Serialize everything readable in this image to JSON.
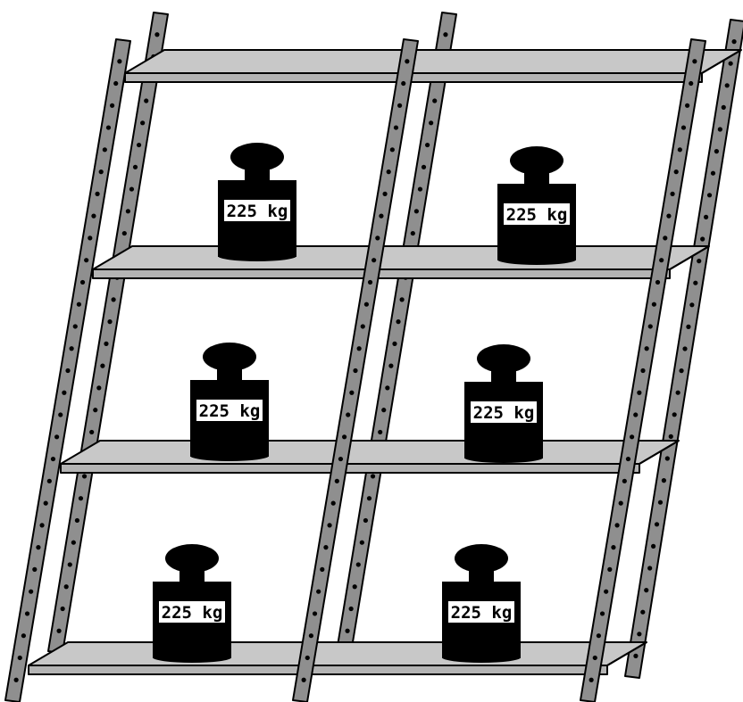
{
  "diagram": {
    "type": "shelving-unit-illustration",
    "shelf_count": 4,
    "bay_count": 2,
    "weights": [
      {
        "label": "225 kg",
        "shelf": 1,
        "bay": 1
      },
      {
        "label": "225 kg",
        "shelf": 1,
        "bay": 2
      },
      {
        "label": "225 kg",
        "shelf": 2,
        "bay": 1
      },
      {
        "label": "225 kg",
        "shelf": 2,
        "bay": 2
      },
      {
        "label": "225 kg",
        "shelf": 3,
        "bay": 1
      },
      {
        "label": "225 kg",
        "shelf": 3,
        "bay": 2
      }
    ],
    "colors": {
      "post": "#8f8f8f",
      "shelf": "#c8c8c8",
      "weight": "#000000",
      "label_background": "#ffffff"
    }
  }
}
